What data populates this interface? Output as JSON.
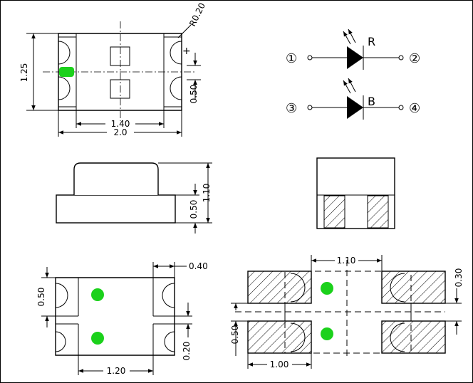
{
  "colors": {
    "led": "#1bd11b",
    "line": "#000000",
    "background": "#ffffff"
  },
  "top_view": {
    "radius": "R0.20",
    "polarity": "+",
    "height": "1.25",
    "gap": "0.50",
    "pad_span": "1.40",
    "length": "2.0"
  },
  "schematic": {
    "pin1": "①",
    "pin2": "②",
    "pin3": "③",
    "pin4": "④",
    "red_label": "R",
    "blue_label": "B"
  },
  "side_view": {
    "total_height": "1.10",
    "base_height": "0.50"
  },
  "bottom_view": {
    "pad_gap": "0.50",
    "pad_width": "0.40",
    "pad_height": "0.20",
    "pad_span": "1.20"
  },
  "footprint": {
    "pad_spacing": "1.10",
    "pad_height": "0.30",
    "row_gap": "0.50",
    "pad_length": "1.00"
  }
}
